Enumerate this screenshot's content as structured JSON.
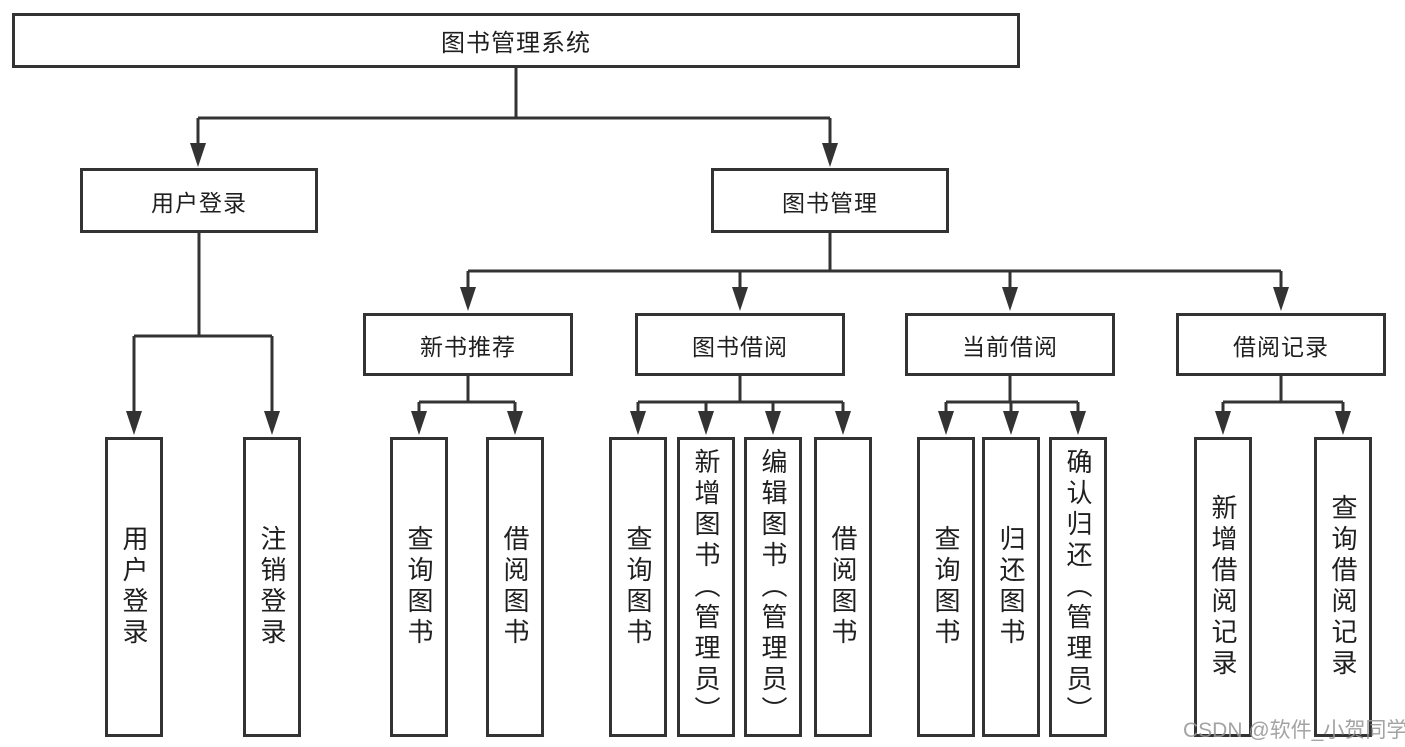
{
  "root": {
    "label": "图书管理系统"
  },
  "branches": {
    "user_login": {
      "label": "用户登录",
      "children": [
        {
          "label": "用户登录"
        },
        {
          "label": "注销登录"
        }
      ]
    },
    "book_management": {
      "label": "图书管理",
      "sections": [
        {
          "label": "新书推荐",
          "children": [
            {
              "label": "查询图书"
            },
            {
              "label": "借阅图书"
            }
          ]
        },
        {
          "label": "图书借阅",
          "children": [
            {
              "label": "查询图书"
            },
            {
              "label": "新增图书（管理员）"
            },
            {
              "label": "编辑图书（管理员）"
            },
            {
              "label": "借阅图书"
            }
          ]
        },
        {
          "label": "当前借阅",
          "children": [
            {
              "label": "查询图书"
            },
            {
              "label": "归还图书"
            },
            {
              "label": "确认归还（管理员）"
            }
          ]
        },
        {
          "label": "借阅记录",
          "children": [
            {
              "label": "新增借阅记录"
            },
            {
              "label": "查询借阅记录"
            }
          ]
        }
      ]
    }
  },
  "watermark": {
    "text": "CSDN @软件_小贺同学"
  },
  "colors": {
    "line": "#333333",
    "text": "#1f1f1f",
    "background": "#ffffff",
    "watermark": "#969696"
  }
}
